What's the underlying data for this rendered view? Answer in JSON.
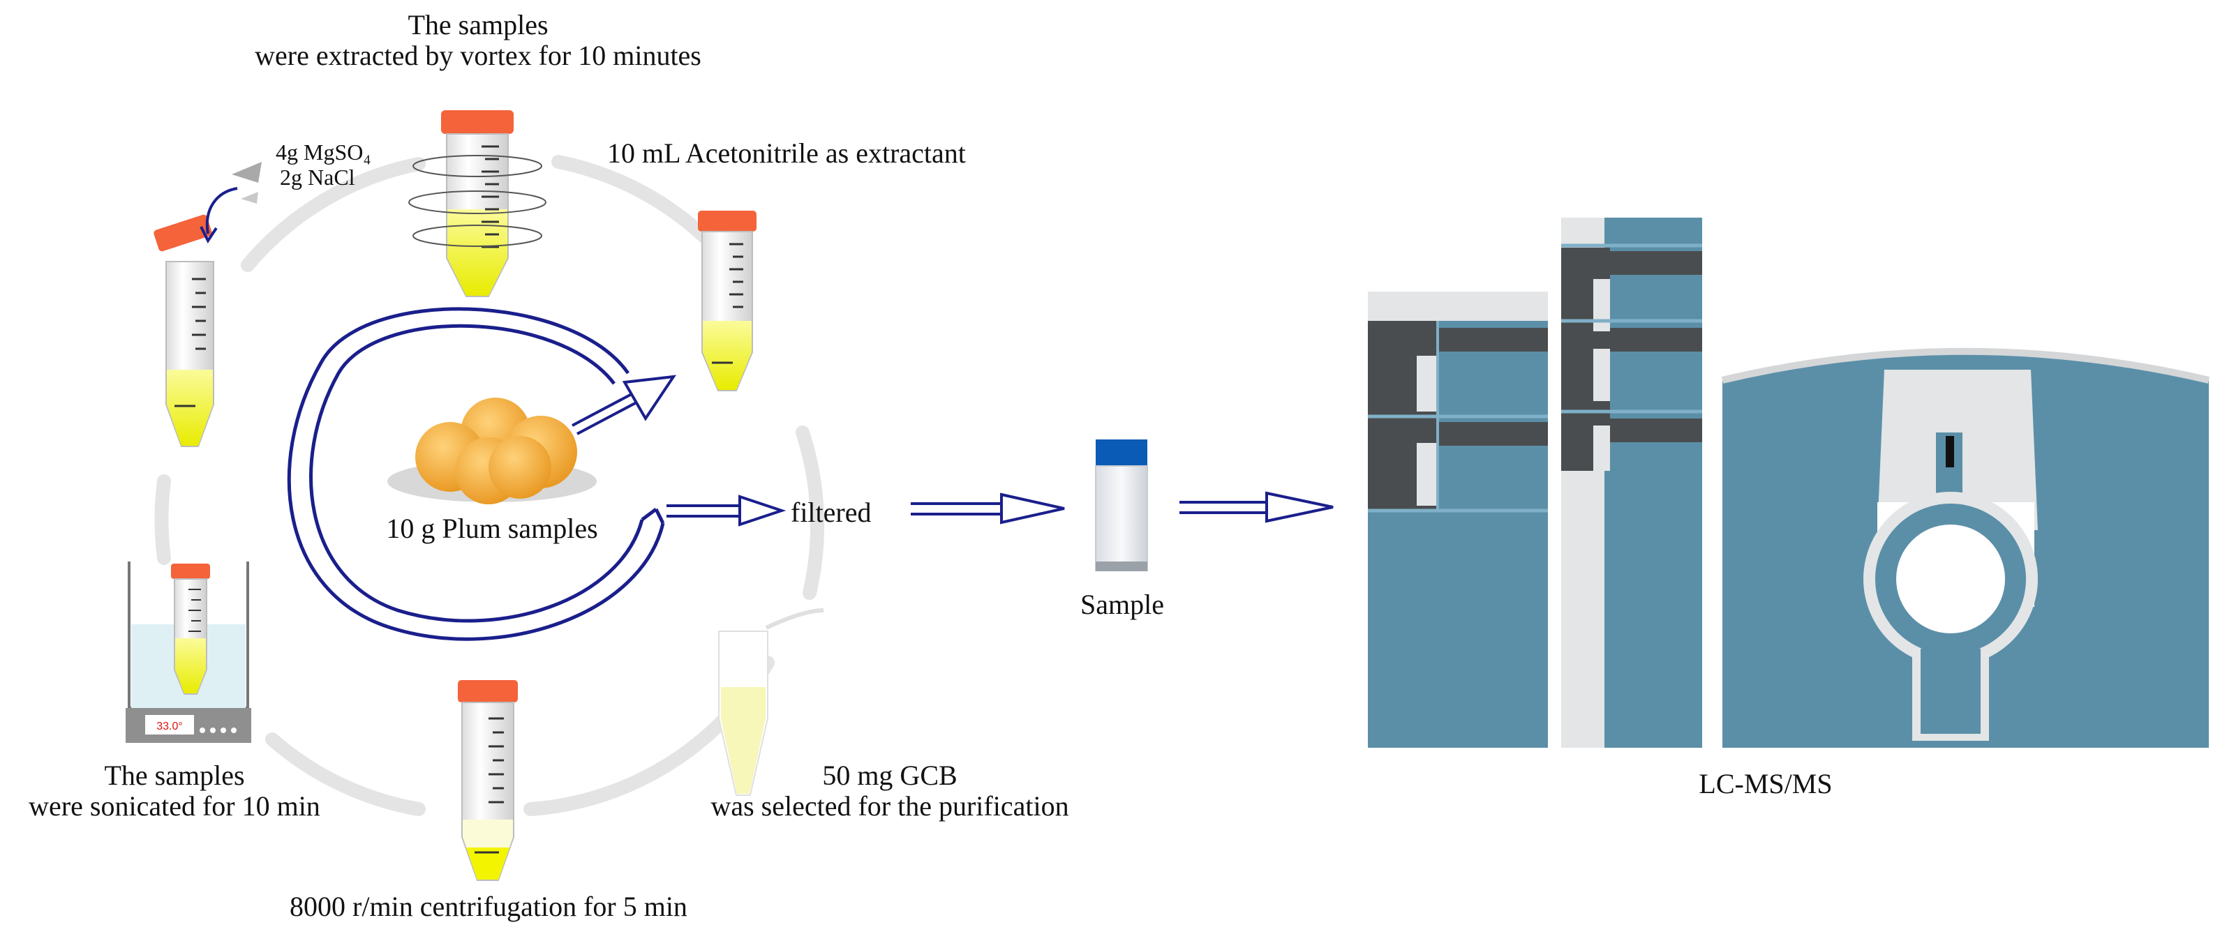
{
  "labels": {
    "vortex_line1": "The samples",
    "vortex_line2": "were extracted by vortex for 10 minutes",
    "salt_mgso4": "4g  MgSO₄",
    "salt_nacl": "2g  NaCl",
    "acetonitrile": "10 mL Acetonitrile as extractant",
    "plum": "10 g Plum samples",
    "filtered": "filtered",
    "sample": "Sample",
    "sonicated_line1": "The samples",
    "sonicated_line2": "were sonicated for 10 min",
    "gcb_line1": "50 mg GCB",
    "gcb_line2": "was selected for the purification",
    "centrifuge": "8000 r/min centrifugation for 5 min",
    "instrument": "LC-MS/MS",
    "sonicator_display": "33.0°"
  },
  "colors": {
    "tube_cap": "#f4633a",
    "liquid": "#f3f500",
    "cycle_ring": "#e6e6e6",
    "arrow": "#1a1f8c",
    "vial_cap": "#0a5bb5",
    "instrument_blue": "#5b8fa8",
    "instrument_dark": "#4a4d4f",
    "instrument_light": "#e3e5e6",
    "plum": "#f2a93b"
  }
}
